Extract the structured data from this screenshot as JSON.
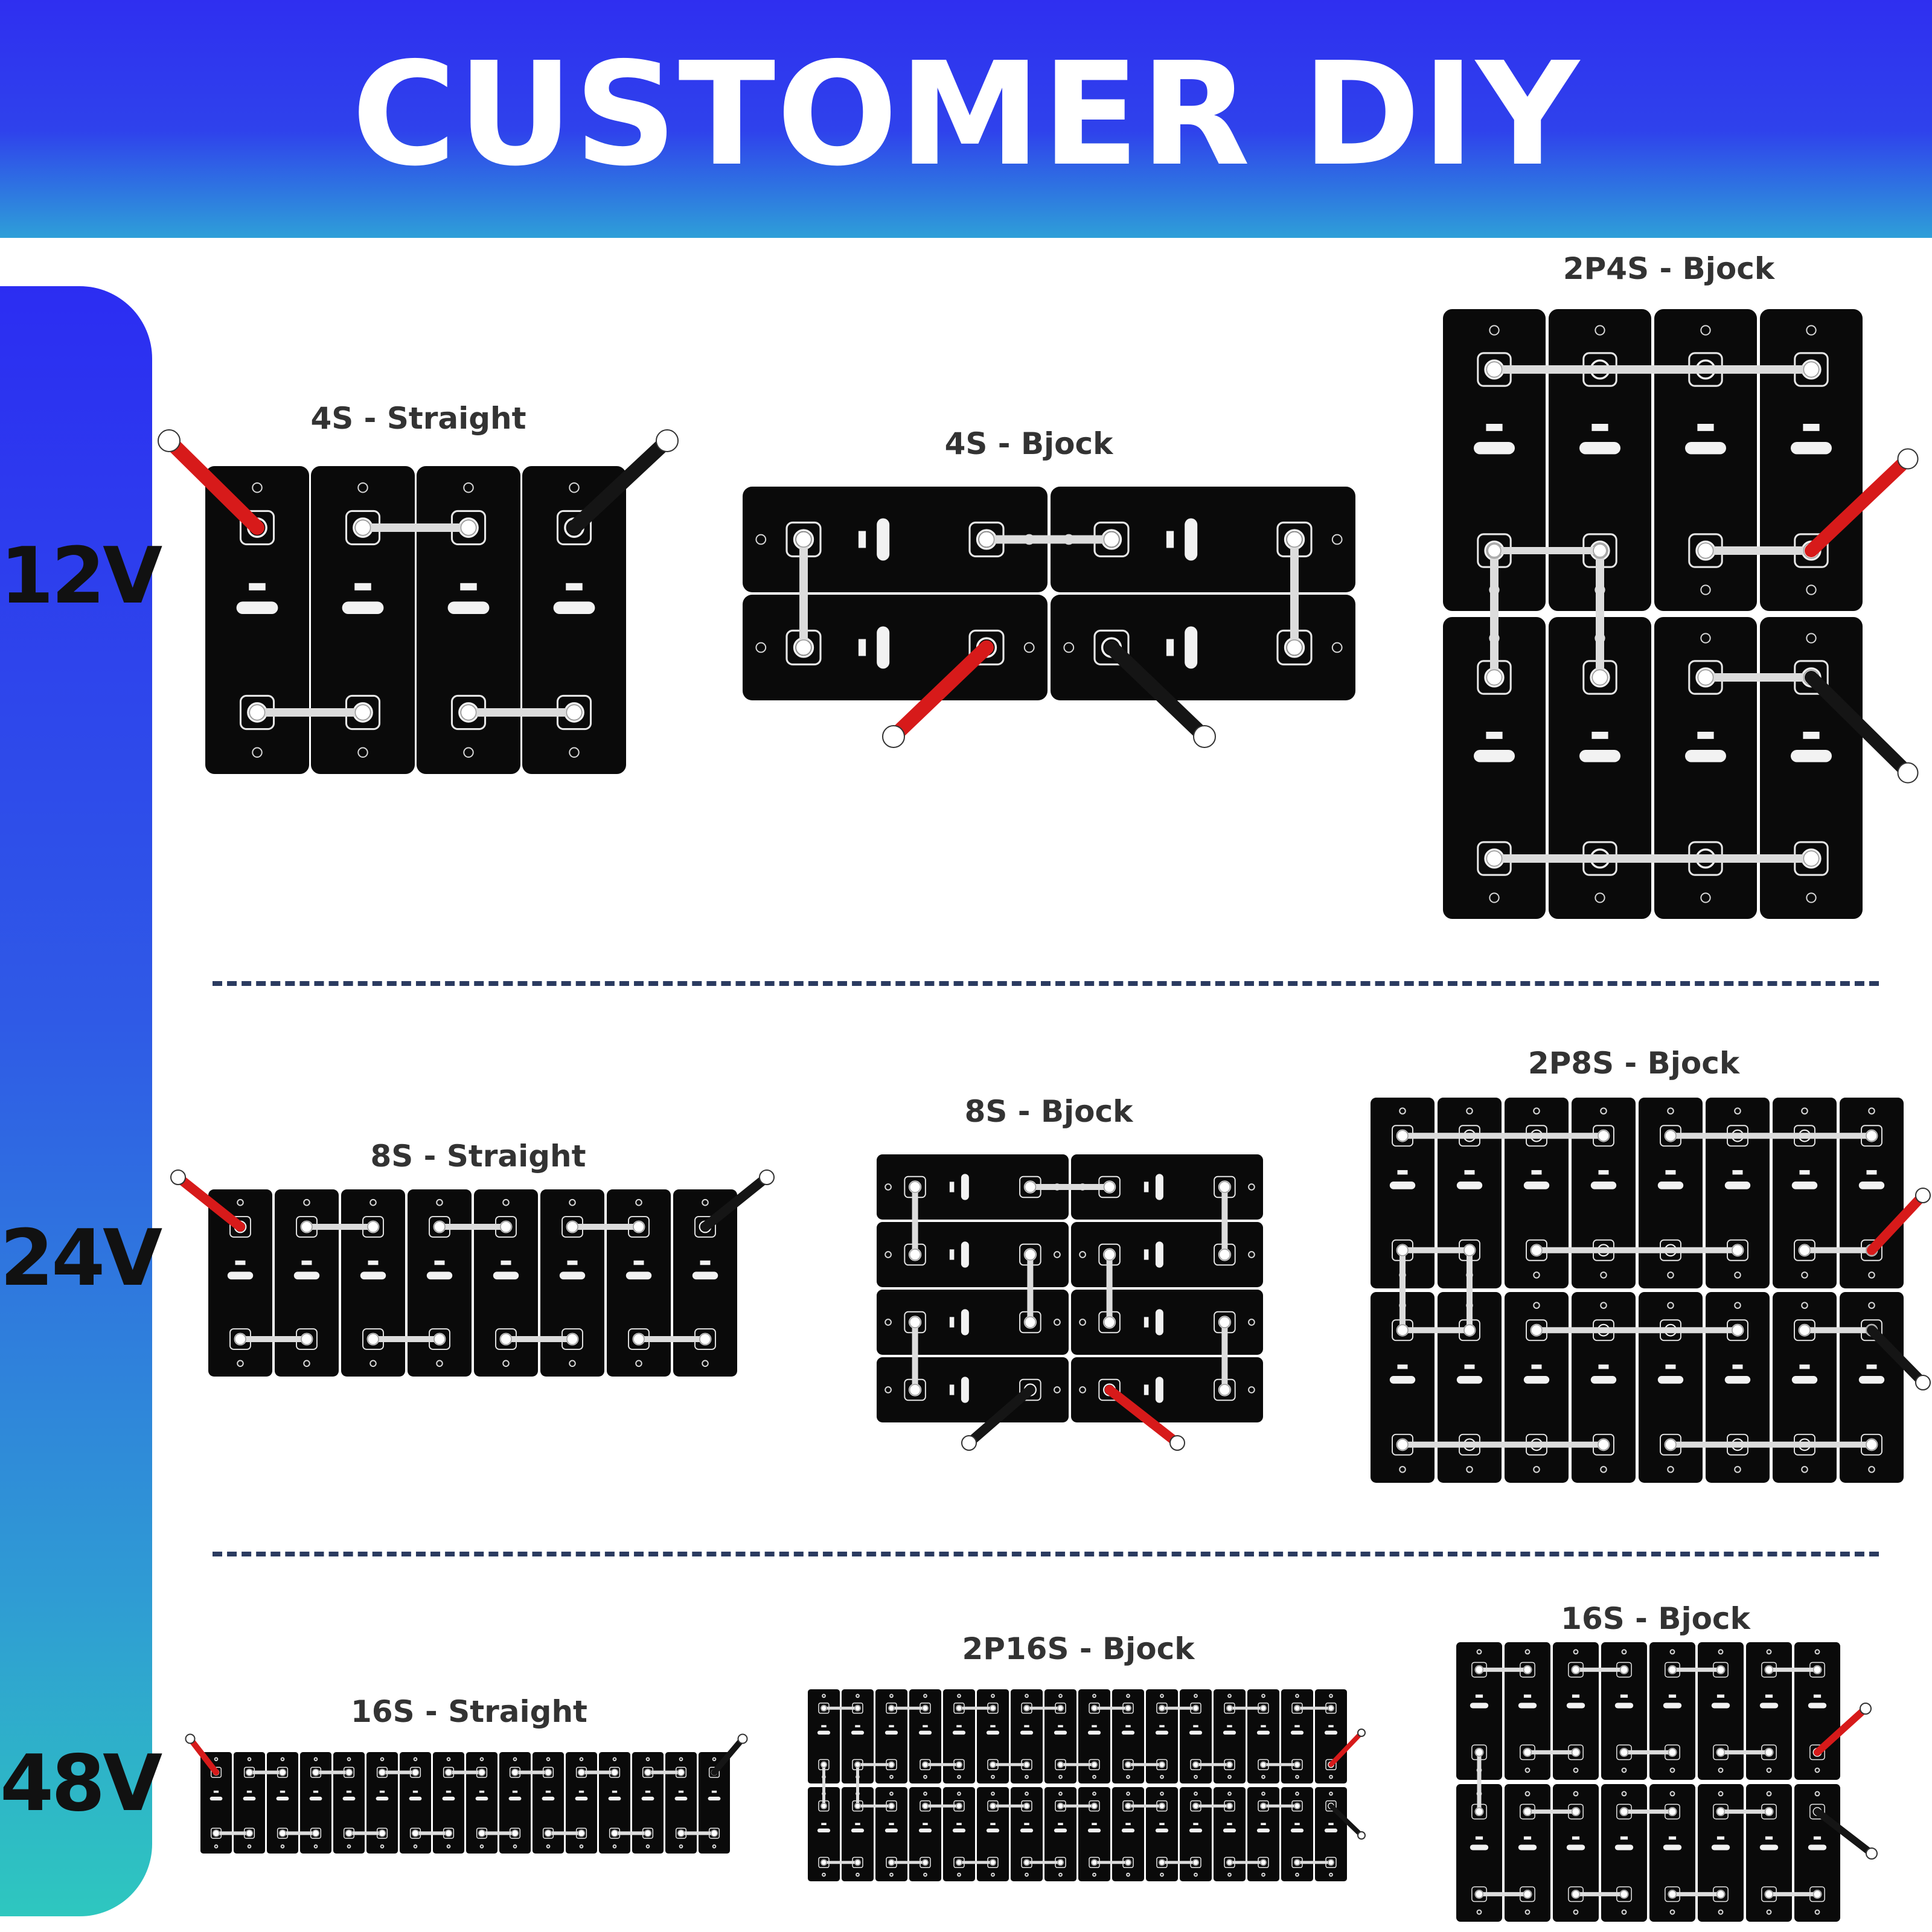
{
  "title": "CUSTOMER DIY PROJECTS",
  "voltages": [
    "12V",
    "24V",
    "48V"
  ],
  "projects": {
    "p4s_straight": "4S - Straight",
    "p4s_bjock": "4S - Bjock",
    "p2p4s_bjock": "2P4S - Bjock",
    "p8s_straight": "8S - Straight",
    "p8s_bjock": "8S - Bjock",
    "p2p8s_bjock": "2P8S - Bjock",
    "p16s_straight": "16S - Straight",
    "p2p16s_bjock": "2P16S - Bjock",
    "p16s_bjock": "16S - Bjock"
  },
  "colors": {
    "header_top": "#2f2ff0",
    "header_bottom": "#2e9fd8",
    "cell": "#0a0a0a",
    "busbar": "#dcdcdc",
    "positive_cable": "#d71a1a",
    "negative_cable": "#151515"
  }
}
